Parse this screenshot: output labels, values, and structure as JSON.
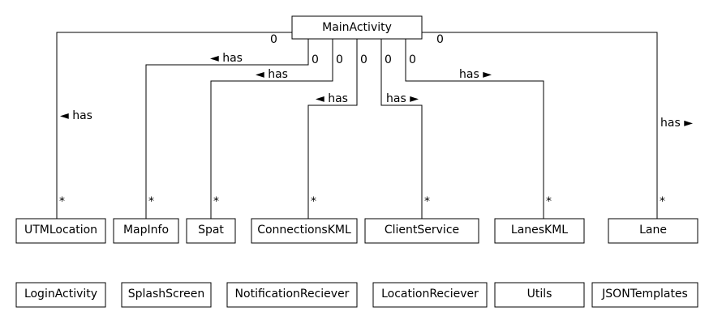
{
  "main_class": "MainActivity",
  "associated_classes": [
    {
      "name": "UTMLocation",
      "label": "◄ has",
      "source_mult": "0",
      "target_mult": "*"
    },
    {
      "name": "MapInfo",
      "label": "◄ has",
      "source_mult": "0",
      "target_mult": "*"
    },
    {
      "name": "Spat",
      "label": "◄ has",
      "source_mult": "0",
      "target_mult": "*"
    },
    {
      "name": "ConnectionsKML",
      "label": "◄ has",
      "source_mult": "0",
      "target_mult": "*"
    },
    {
      "name": "ClientService",
      "label": "has ►",
      "source_mult": "0",
      "target_mult": "*"
    },
    {
      "name": "LanesKML",
      "label": "has ►",
      "source_mult": "0",
      "target_mult": "*"
    },
    {
      "name": "Lane",
      "label": "has ►",
      "source_mult": "0",
      "target_mult": "*"
    }
  ],
  "standalone_classes": [
    "LoginActivity",
    "SplashScreen",
    "NotificationReciever",
    "LocationReciever",
    "Utils",
    "JSONTemplates"
  ]
}
